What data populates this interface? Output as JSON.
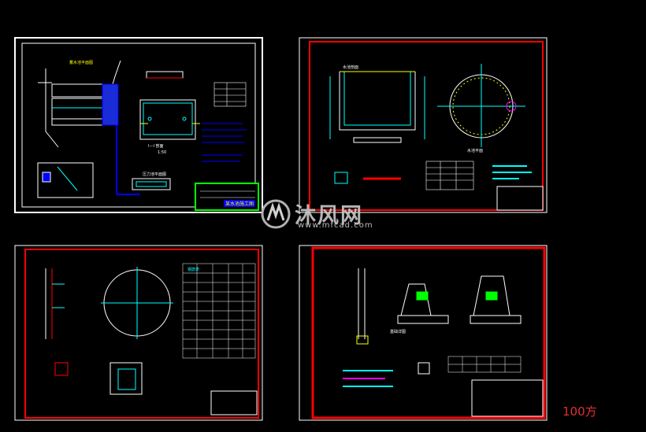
{
  "sheets": [
    {
      "id": "sheet-1",
      "labels": {
        "plan_title": "蓄水池平面图",
        "section_title": "I—I 剖面",
        "scale": "1:50",
        "pipe_title": "压力池平面图",
        "title_block": "某水池施工图"
      }
    },
    {
      "id": "sheet-2",
      "labels": {
        "section": "水池剖面",
        "plan": "水池平面"
      }
    },
    {
      "id": "sheet-3",
      "labels": {
        "table": "钢筋表"
      }
    },
    {
      "id": "sheet-4",
      "labels": {
        "detail": "基础详图"
      }
    }
  ],
  "watermark": {
    "brand": "沐风网",
    "url": "www.mfcad.com"
  },
  "caption": "100方",
  "colors": {
    "background": "#000000",
    "frame_red": "#ff0000",
    "frame_white": "#ffffff",
    "cyan": "#00ffff",
    "yellow": "#ffff00",
    "magenta": "#ff00ff",
    "green": "#00ff00",
    "blue": "#0000ff"
  }
}
